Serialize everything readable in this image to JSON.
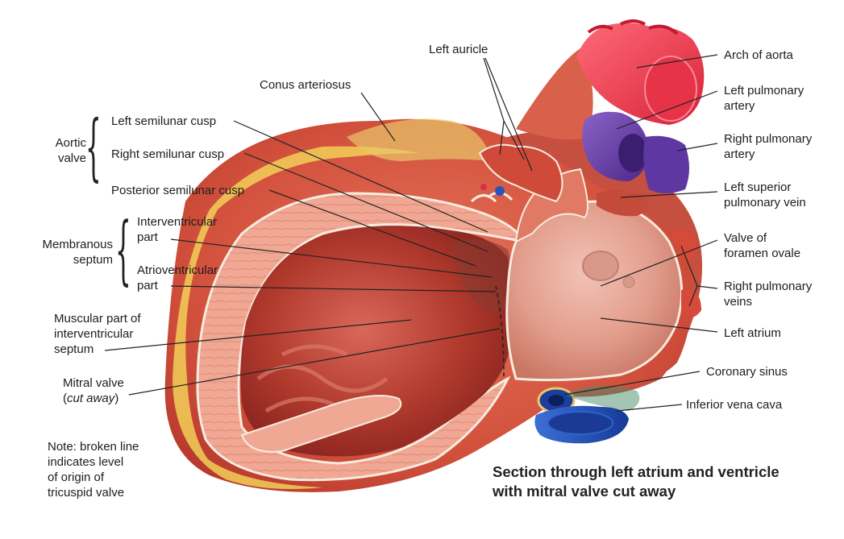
{
  "labels": {
    "left_auricle": "Left auricle",
    "conus_arteriosus": "Conus arteriosus",
    "arch_of_aorta": "Arch of aorta",
    "left_pulmonary_artery_1": "Left pulmonary",
    "left_pulmonary_artery_2": "artery",
    "right_pulmonary_artery_1": "Right pulmonary",
    "right_pulmonary_artery_2": "artery",
    "left_superior_pv_1": "Left superior",
    "left_superior_pv_2": "pulmonary vein",
    "valve_foramen_1": "Valve of",
    "valve_foramen_2": "foramen ovale",
    "right_pulmonary_veins_1": "Right pulmonary",
    "right_pulmonary_veins_2": "veins",
    "left_atrium": "Left atrium",
    "coronary_sinus": "Coronary sinus",
    "inferior_vena_cava": "Inferior vena cava",
    "aortic_valve_1": "Aortic",
    "aortic_valve_2": "valve",
    "left_semilunar_cusp": "Left semilunar cusp",
    "right_semilunar_cusp": "Right semilunar cusp",
    "posterior_semilunar_cusp": "Posterior semilunar cusp",
    "membranous_septum_1": "Membranous",
    "membranous_septum_2": "septum",
    "interventricular_part_1": "Interventricular",
    "interventricular_part_2": "part",
    "atrioventricular_part_1": "Atrioventricular",
    "atrioventricular_part_2": "part",
    "muscular_part_1": "Muscular part of",
    "muscular_part_2": "interventricular",
    "muscular_part_3": "septum",
    "mitral_valve_1": "Mitral valve",
    "mitral_valve_2a": "(",
    "mitral_valve_2b": "cut away",
    "mitral_valve_2c": ")",
    "note_1": "Note: broken line",
    "note_2": "indicates level",
    "note_3": "of origin of",
    "note_4": "tricuspid valve"
  },
  "caption": {
    "line1": "Section through left atrium and ventricle",
    "line2": "with mitral valve cut away"
  },
  "colors": {
    "myocardium": "#d9604a",
    "cut_surface": "#f0a794",
    "cavity": "#b23a2c",
    "aorta": "#ee3b4e",
    "pulmonary_artery": "#6a3ea8",
    "vena_cava": "#1f4fb8",
    "fat": "#f2cf58",
    "atrium_wall": "#e8a296"
  }
}
